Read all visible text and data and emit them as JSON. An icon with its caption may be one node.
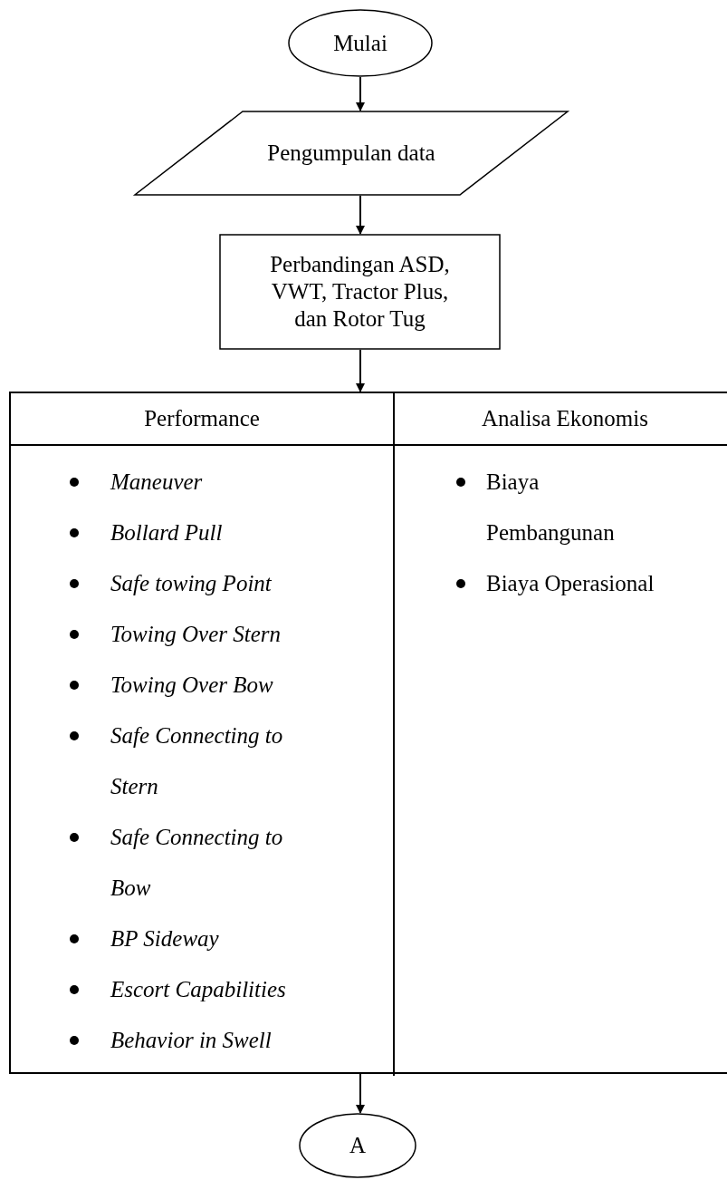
{
  "diagram": {
    "nodes": [
      {
        "text": [
          "Mulai"
        ]
      },
      {
        "text": [
          "Pengumpulan data"
        ]
      },
      {
        "text": [
          "Perbandingan ASD, VWT, Tractor Plus, dan Rotor Tug"
        ]
      },
      {
        "text": [],
        "shape": "box"
      },
      {
        "text": [
          "Performance",
          "Maneuver",
          "Bollard Pull",
          "Safe towing Point",
          "Towing Over Stern",
          "Towing Over Bow",
          "Safe Connecting to Stern",
          "Safe Connecting to Bow",
          "BP Sideway",
          "Escort Capabilities",
          "Behavior in Swell"
        ],
        "in": 3
      },
      {
        "text": [
          "Analisa Ekonomis",
          "Biaya Pembangunan",
          "Biaya Operasional"
        ],
        "in": 3
      },
      {
        "text": [
          "A"
        ]
      }
    ],
    "edges": [
      {
        "from": 0,
        "to": 1,
        "arrow": "to"
      },
      {
        "from": 1,
        "to": 2,
        "arrow": "to"
      },
      {
        "from": 2,
        "to": 3,
        "arrow": "to"
      },
      {
        "from": 3,
        "to": 6,
        "arrow": "to"
      }
    ]
  }
}
